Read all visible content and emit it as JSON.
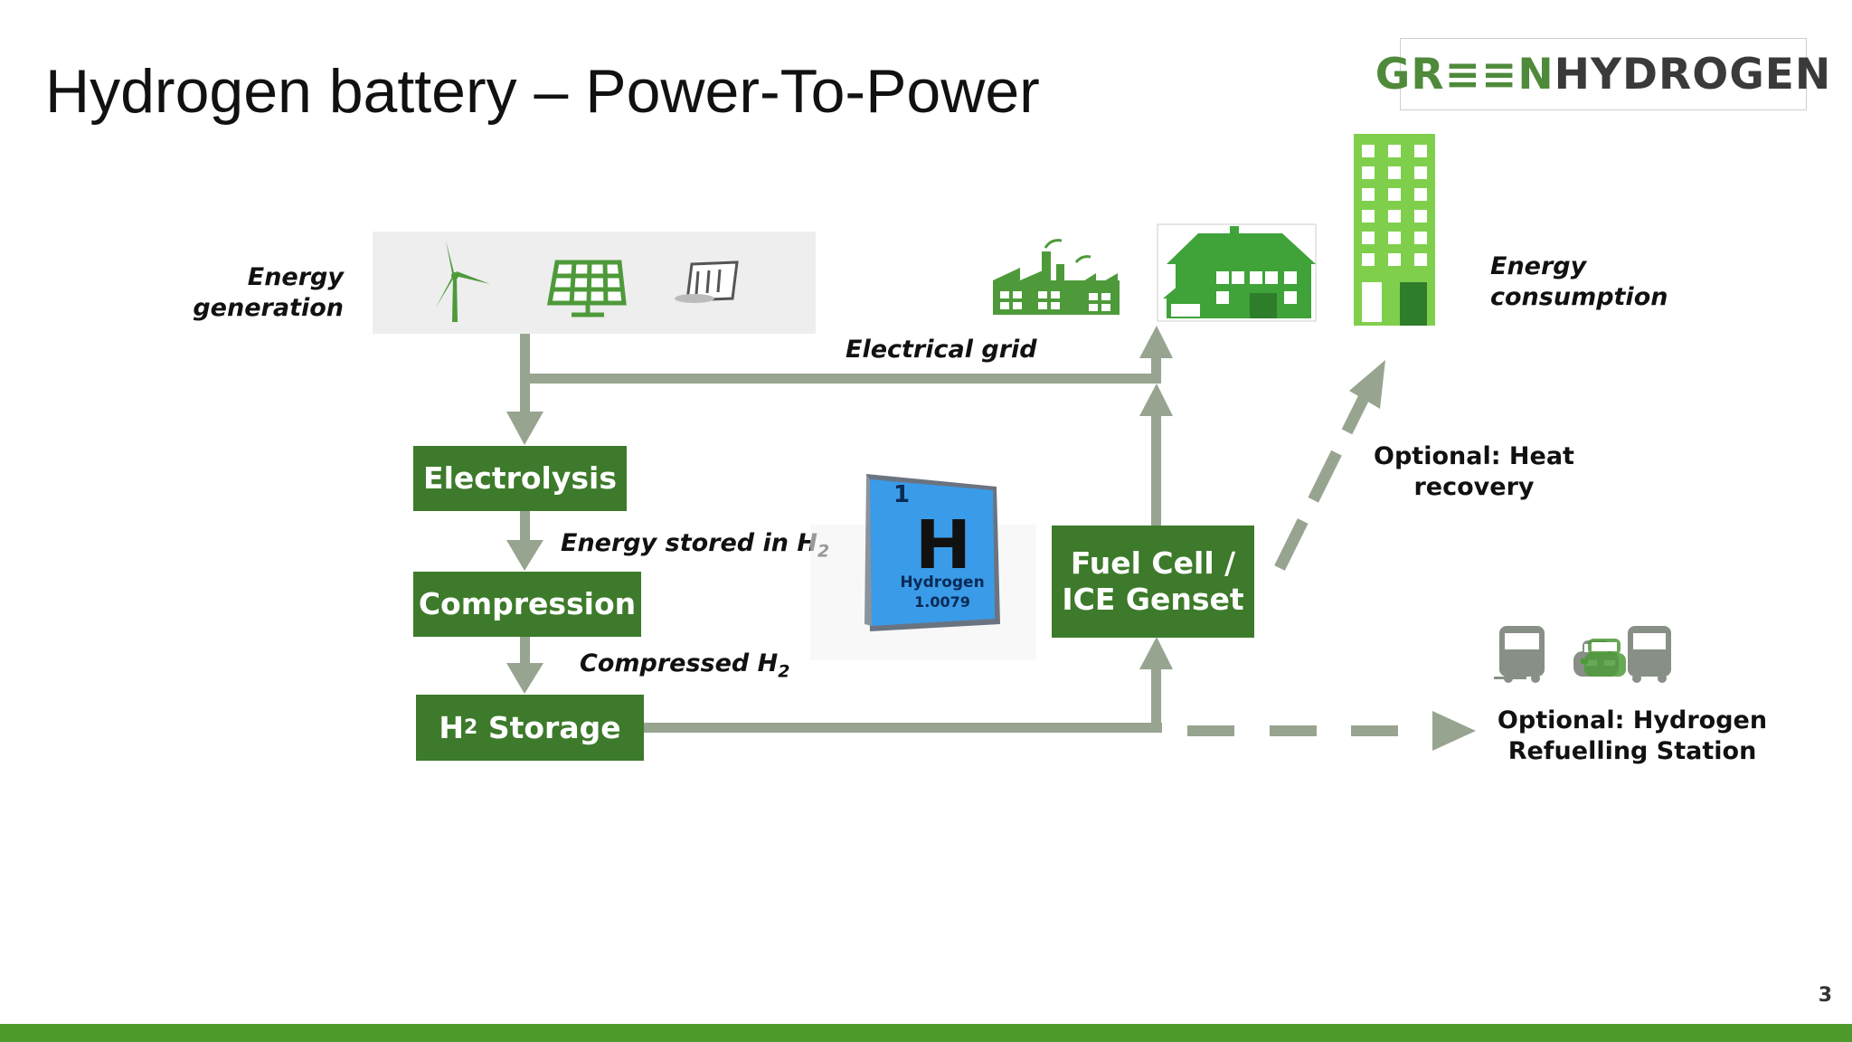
{
  "slide": {
    "title": "Hydrogen battery – Power-To-Power",
    "page_number": "3"
  },
  "logo": {
    "part1": "GR≡≡N",
    "part2": "HYDROGEN"
  },
  "labels": {
    "energy_generation_l1": "Energy",
    "energy_generation_l2": "generation",
    "energy_consumption_l1": "Energy",
    "energy_consumption_l2": "consumption",
    "electrical_grid": "Electrical grid",
    "energy_stored_prefix": "Energy stored in H",
    "energy_stored_sub": "2",
    "compressed_prefix": "Compressed H",
    "compressed_sub": "2"
  },
  "boxes": {
    "electrolysis": "Electrolysis",
    "compression": "Compression",
    "storage_prefix": "H",
    "storage_sub": "2",
    "storage_suffix": " Storage",
    "fuel_cell_l1": "Fuel Cell /",
    "fuel_cell_l2": "ICE Genset"
  },
  "optional": {
    "heat_l1": "Optional: Heat",
    "heat_l2": "recovery",
    "refuel_l1": "Optional: Hydrogen",
    "refuel_l2": "Refuelling Station"
  },
  "element_tile": {
    "number": "1",
    "symbol": "H",
    "name": "Hydrogen",
    "mass": "1.0079"
  },
  "colors": {
    "box_green": "#3d7a2b",
    "arrow_gray": "#97a48f",
    "icon_green": "#4e9a3a",
    "footer_green": "#4f9a2c",
    "tile_blue": "#3a9be8"
  }
}
